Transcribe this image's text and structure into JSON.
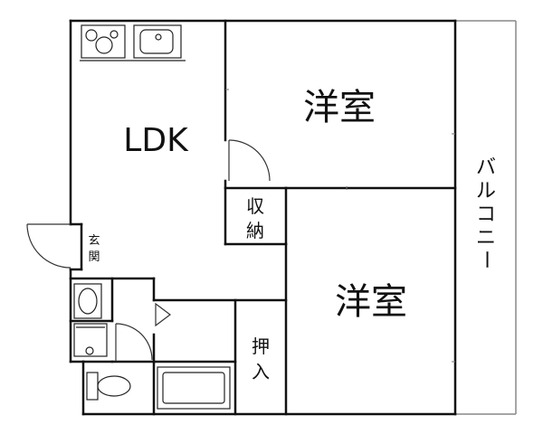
{
  "rooms": {
    "ldk": "LDK",
    "western_room_1": "洋室",
    "western_room_2": "洋室",
    "storage": [
      "収",
      "納"
    ],
    "closet": [
      "押",
      "入"
    ],
    "entrance": [
      "玄",
      "関"
    ],
    "balcony": [
      "バ",
      "ル",
      "コ",
      "ニ",
      "ー"
    ]
  },
  "icons": {
    "stove": "stove-icon",
    "sink": "kitchen-sink-icon",
    "washbasin": "washbasin-icon",
    "washing_machine": "washing-machine-icon",
    "toilet": "toilet-icon",
    "bathtub": "bathtub-icon"
  },
  "colors": {
    "wall": "#111111",
    "background": "#ffffff"
  }
}
